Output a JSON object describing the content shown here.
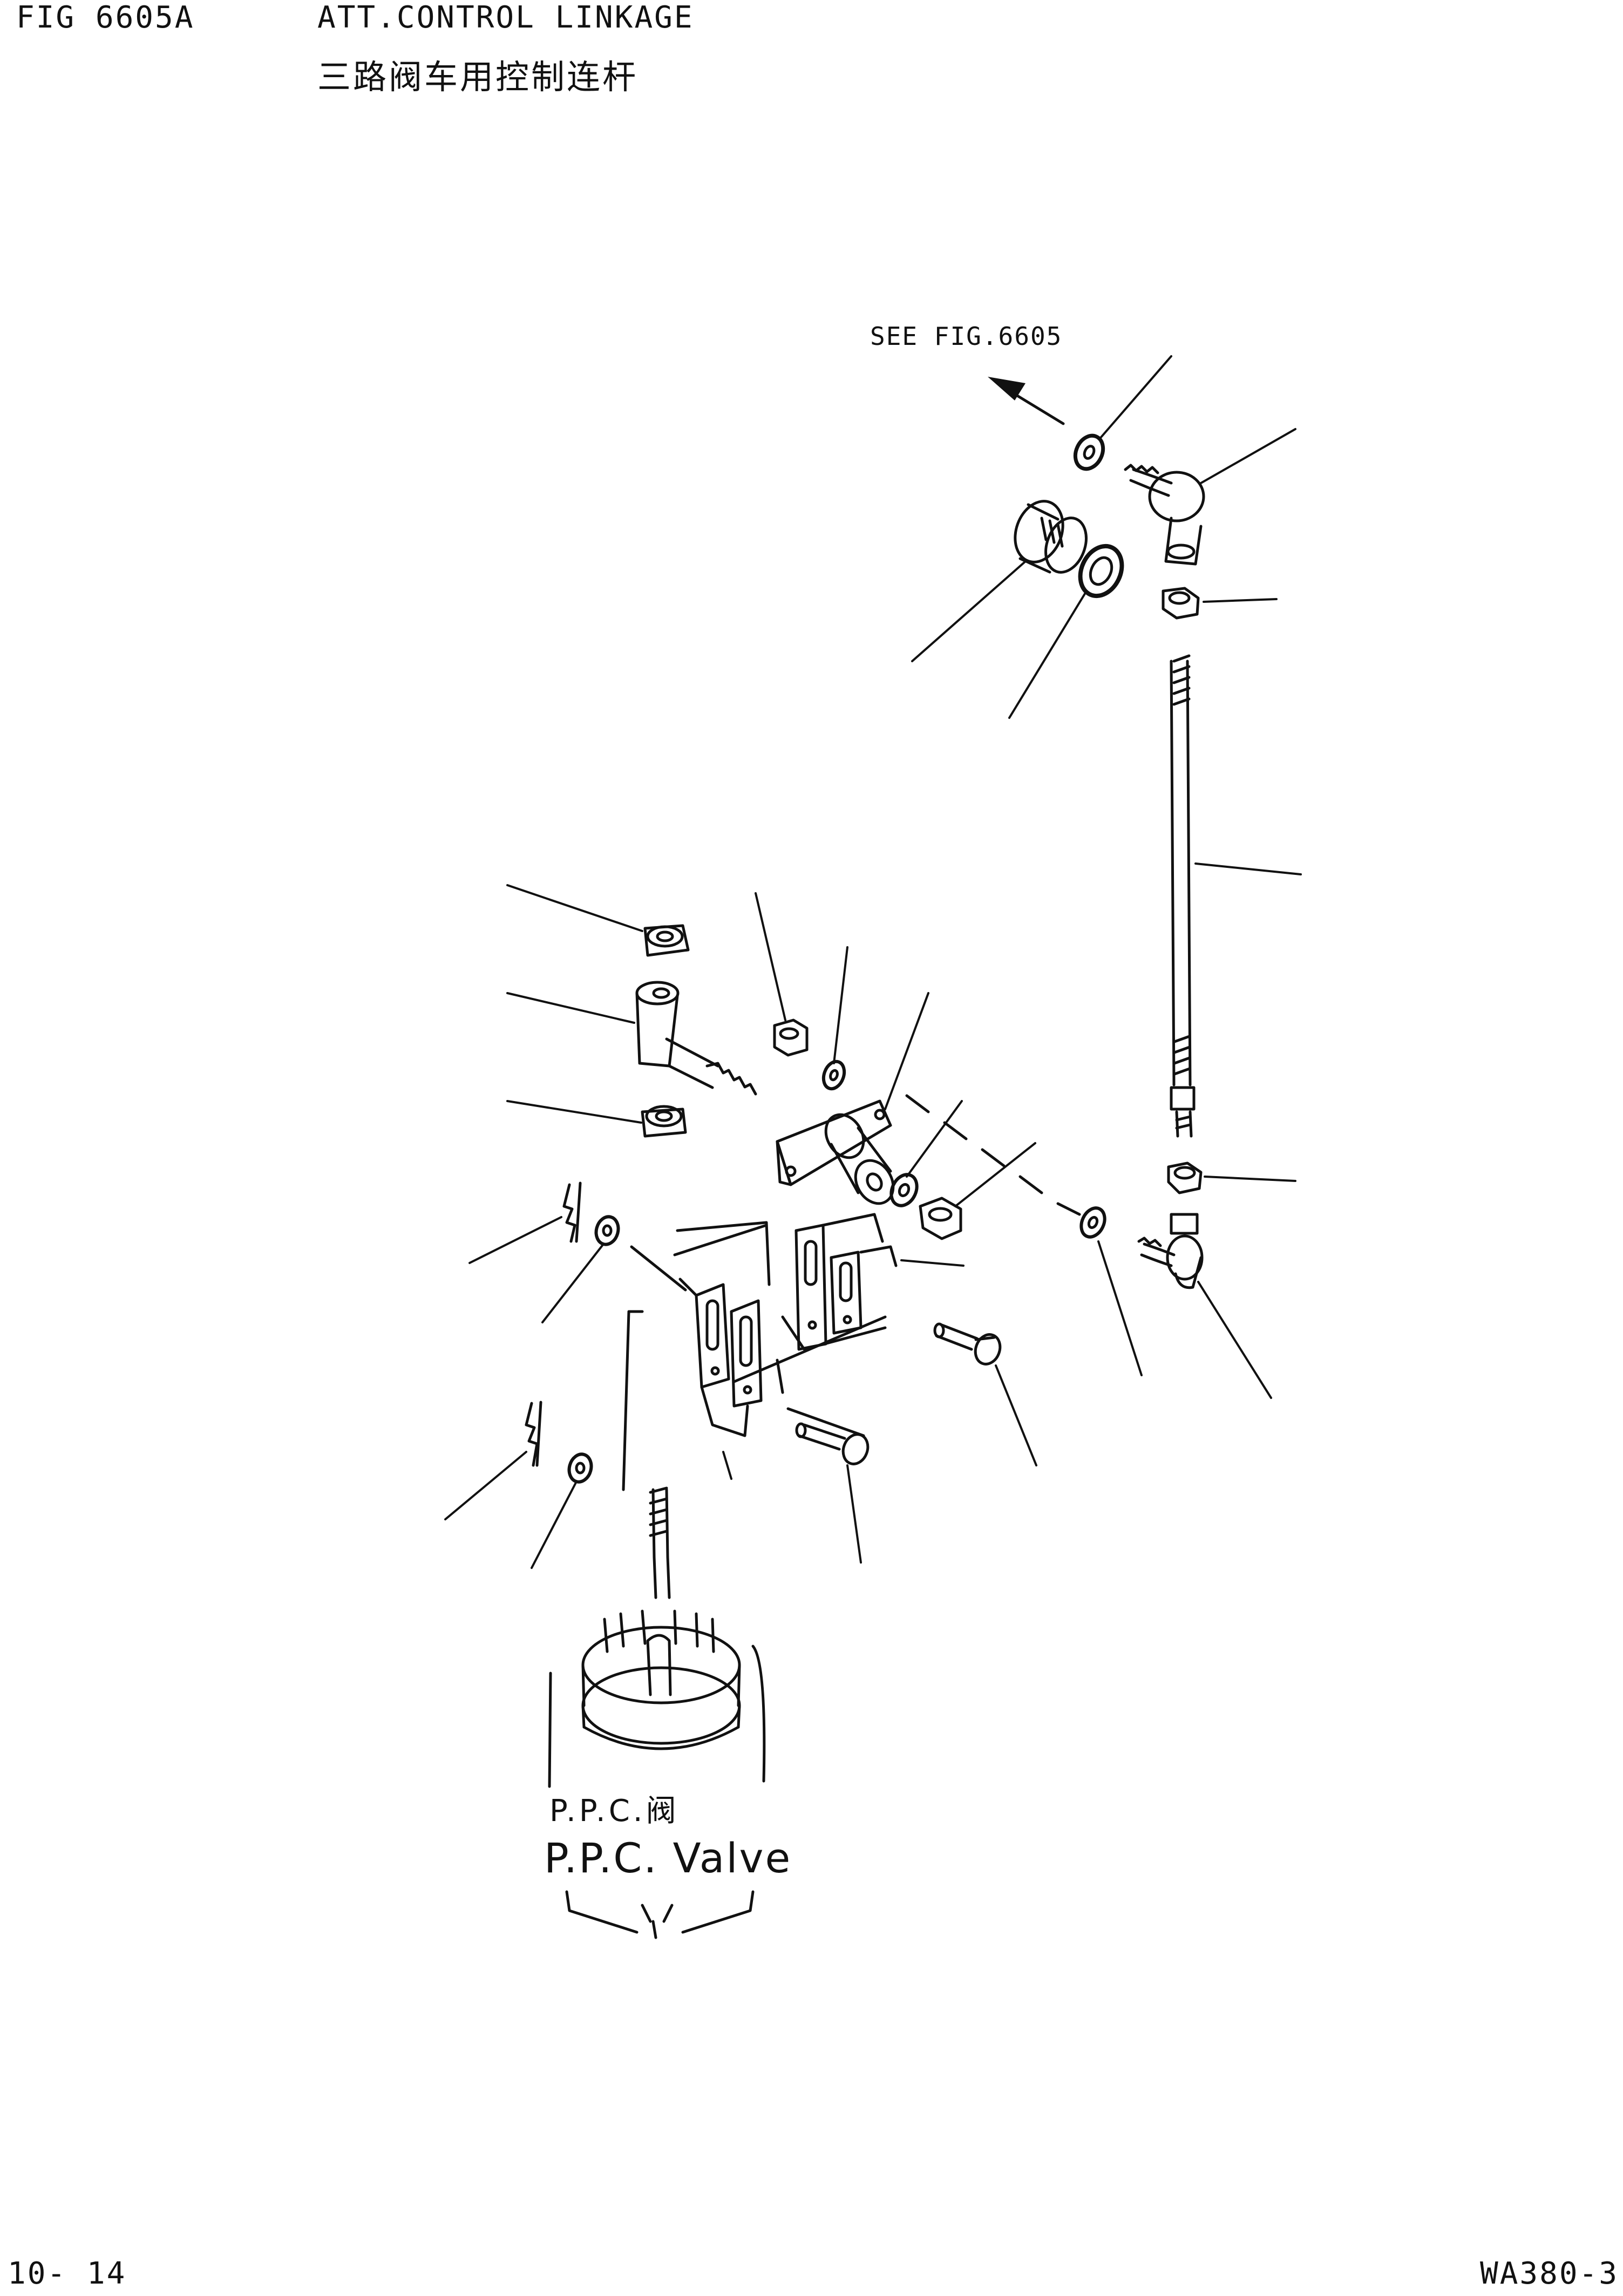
{
  "header": {
    "figure_number": "FIG 6605A",
    "title": "ATT.CONTROL LINKAGE",
    "title_cn": "三路阀车用控制连杆"
  },
  "drawing": {
    "reference_label": "SEE FIG.6605",
    "valve_label_cn": "P.P.C.阀",
    "valve_label": "P.P.C. Valve",
    "colors": {
      "ink": "#111111",
      "paper": "#ffffff"
    }
  },
  "footer": {
    "page_number": "10- 14",
    "model": "WA380-3"
  }
}
